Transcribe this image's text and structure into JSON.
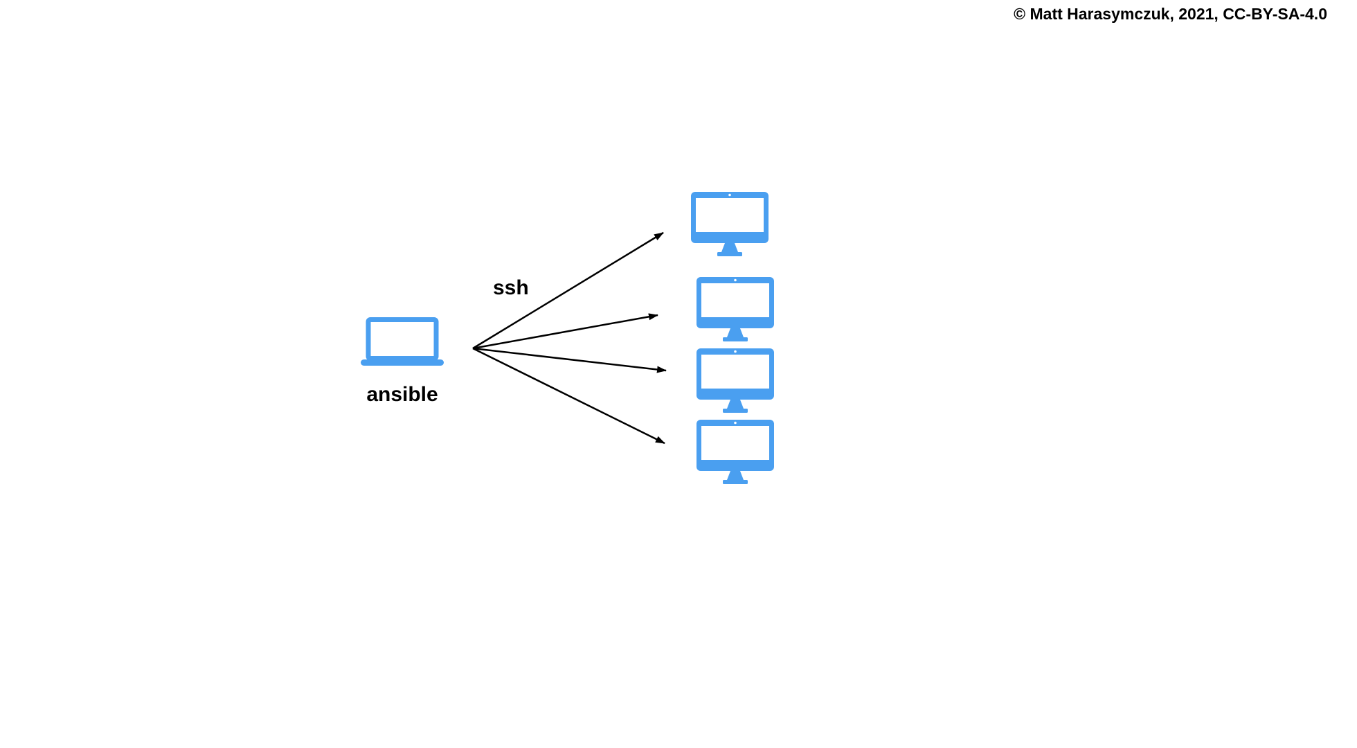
{
  "copyright": "© Matt Harasymczuk, 2021, CC-BY-SA-4.0",
  "diagram": {
    "source": {
      "label": "ansible",
      "icon": "laptop-icon"
    },
    "connection": {
      "label": "ssh",
      "style": "arrow-fan",
      "arrow_count": 4
    },
    "targets": [
      {
        "icon": "desktop-monitor-icon"
      },
      {
        "icon": "desktop-monitor-icon"
      },
      {
        "icon": "desktop-monitor-icon"
      },
      {
        "icon": "desktop-monitor-icon"
      }
    ],
    "colors": {
      "device_blue": "#4A9FF0",
      "screen_white": "#FFFFFF",
      "arrow_black": "#000000",
      "text_black": "#000000",
      "background": "#FFFFFF"
    }
  }
}
